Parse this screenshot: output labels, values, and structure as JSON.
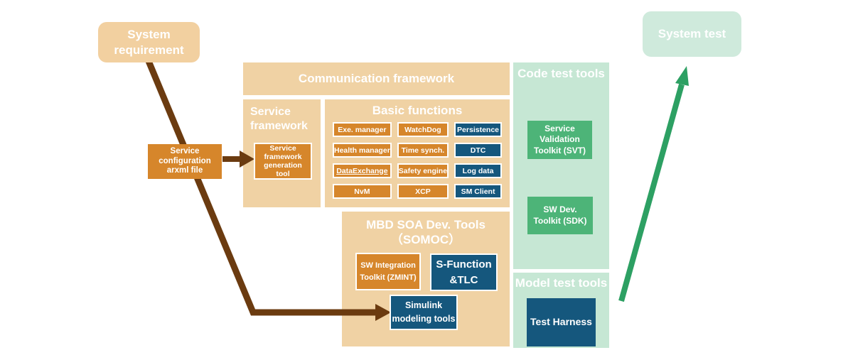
{
  "diagram": {
    "nodes": {
      "system_requirement": {
        "label": "System\nrequirement"
      },
      "service_configuration": {
        "label": "Service\nconfiguration\narxml file"
      },
      "communication_framework": {
        "label": "Communication framework"
      },
      "service_framework": {
        "label": "Service\nframework"
      },
      "service_framework_generation_tool": {
        "label": "Service\nframework\ngeneration\ntool"
      },
      "basic_functions": {
        "label": "Basic functions",
        "items": [
          {
            "label": "Exe. manager",
            "color": "orange"
          },
          {
            "label": "WatchDog",
            "color": "orange"
          },
          {
            "label": "Persistence",
            "color": "blue"
          },
          {
            "label": "Health manager",
            "color": "orange"
          },
          {
            "label": "Time synch.",
            "color": "orange"
          },
          {
            "label": "DTC",
            "color": "blue"
          },
          {
            "label": "DataExchange",
            "color": "orange",
            "underline": "true"
          },
          {
            "label": "Safety engine",
            "color": "orange"
          },
          {
            "label": "Log data",
            "color": "blue"
          },
          {
            "label": "NvM",
            "color": "orange"
          },
          {
            "label": "XCP",
            "color": "orange"
          },
          {
            "label": "SM Client",
            "color": "blue"
          }
        ]
      },
      "mbd_soa_dev_tools": {
        "label": "MBD SOA Dev. Tools\n（SOMOC）"
      },
      "sw_integration_toolkit": {
        "label": "SW Integration\nToolkit (ZMINT)"
      },
      "s_function_tlc": {
        "label": "S-Function\n&TLC"
      },
      "simulink_modeling_tools": {
        "label": "Simulink\nmodeling tools"
      },
      "code_test_tools": {
        "label": "Code test tools"
      },
      "service_validation_toolkit": {
        "label": "Service\nValidation\nToolkit (SVT)"
      },
      "sw_dev_toolkit": {
        "label": "SW Dev.\nToolkit (SDK)"
      },
      "model_test_tools": {
        "label": "Model test tools"
      },
      "test_harness": {
        "label": "Test Harness"
      },
      "system_test": {
        "label": "System test"
      }
    },
    "edges": [
      {
        "from": "system_requirement",
        "via": "service_configuration",
        "to": "simulink_modeling_tools",
        "color": "brown"
      },
      {
        "from": "service_configuration",
        "to": "service_framework_generation_tool",
        "color": "brown"
      },
      {
        "from": "model_test_tools",
        "to": "system_test",
        "color": "green"
      }
    ],
    "colors": {
      "tan_container": "#f0d2a4",
      "tan_node": "#f2d0a0",
      "orange_node": "#d6862b",
      "blue_node": "#15577d",
      "green_container": "#c6e7d4",
      "green_node": "#4db478",
      "green_light_node": "#cfeadc",
      "arrow_brown": "#6b3b10",
      "arrow_green": "#2da063"
    }
  }
}
